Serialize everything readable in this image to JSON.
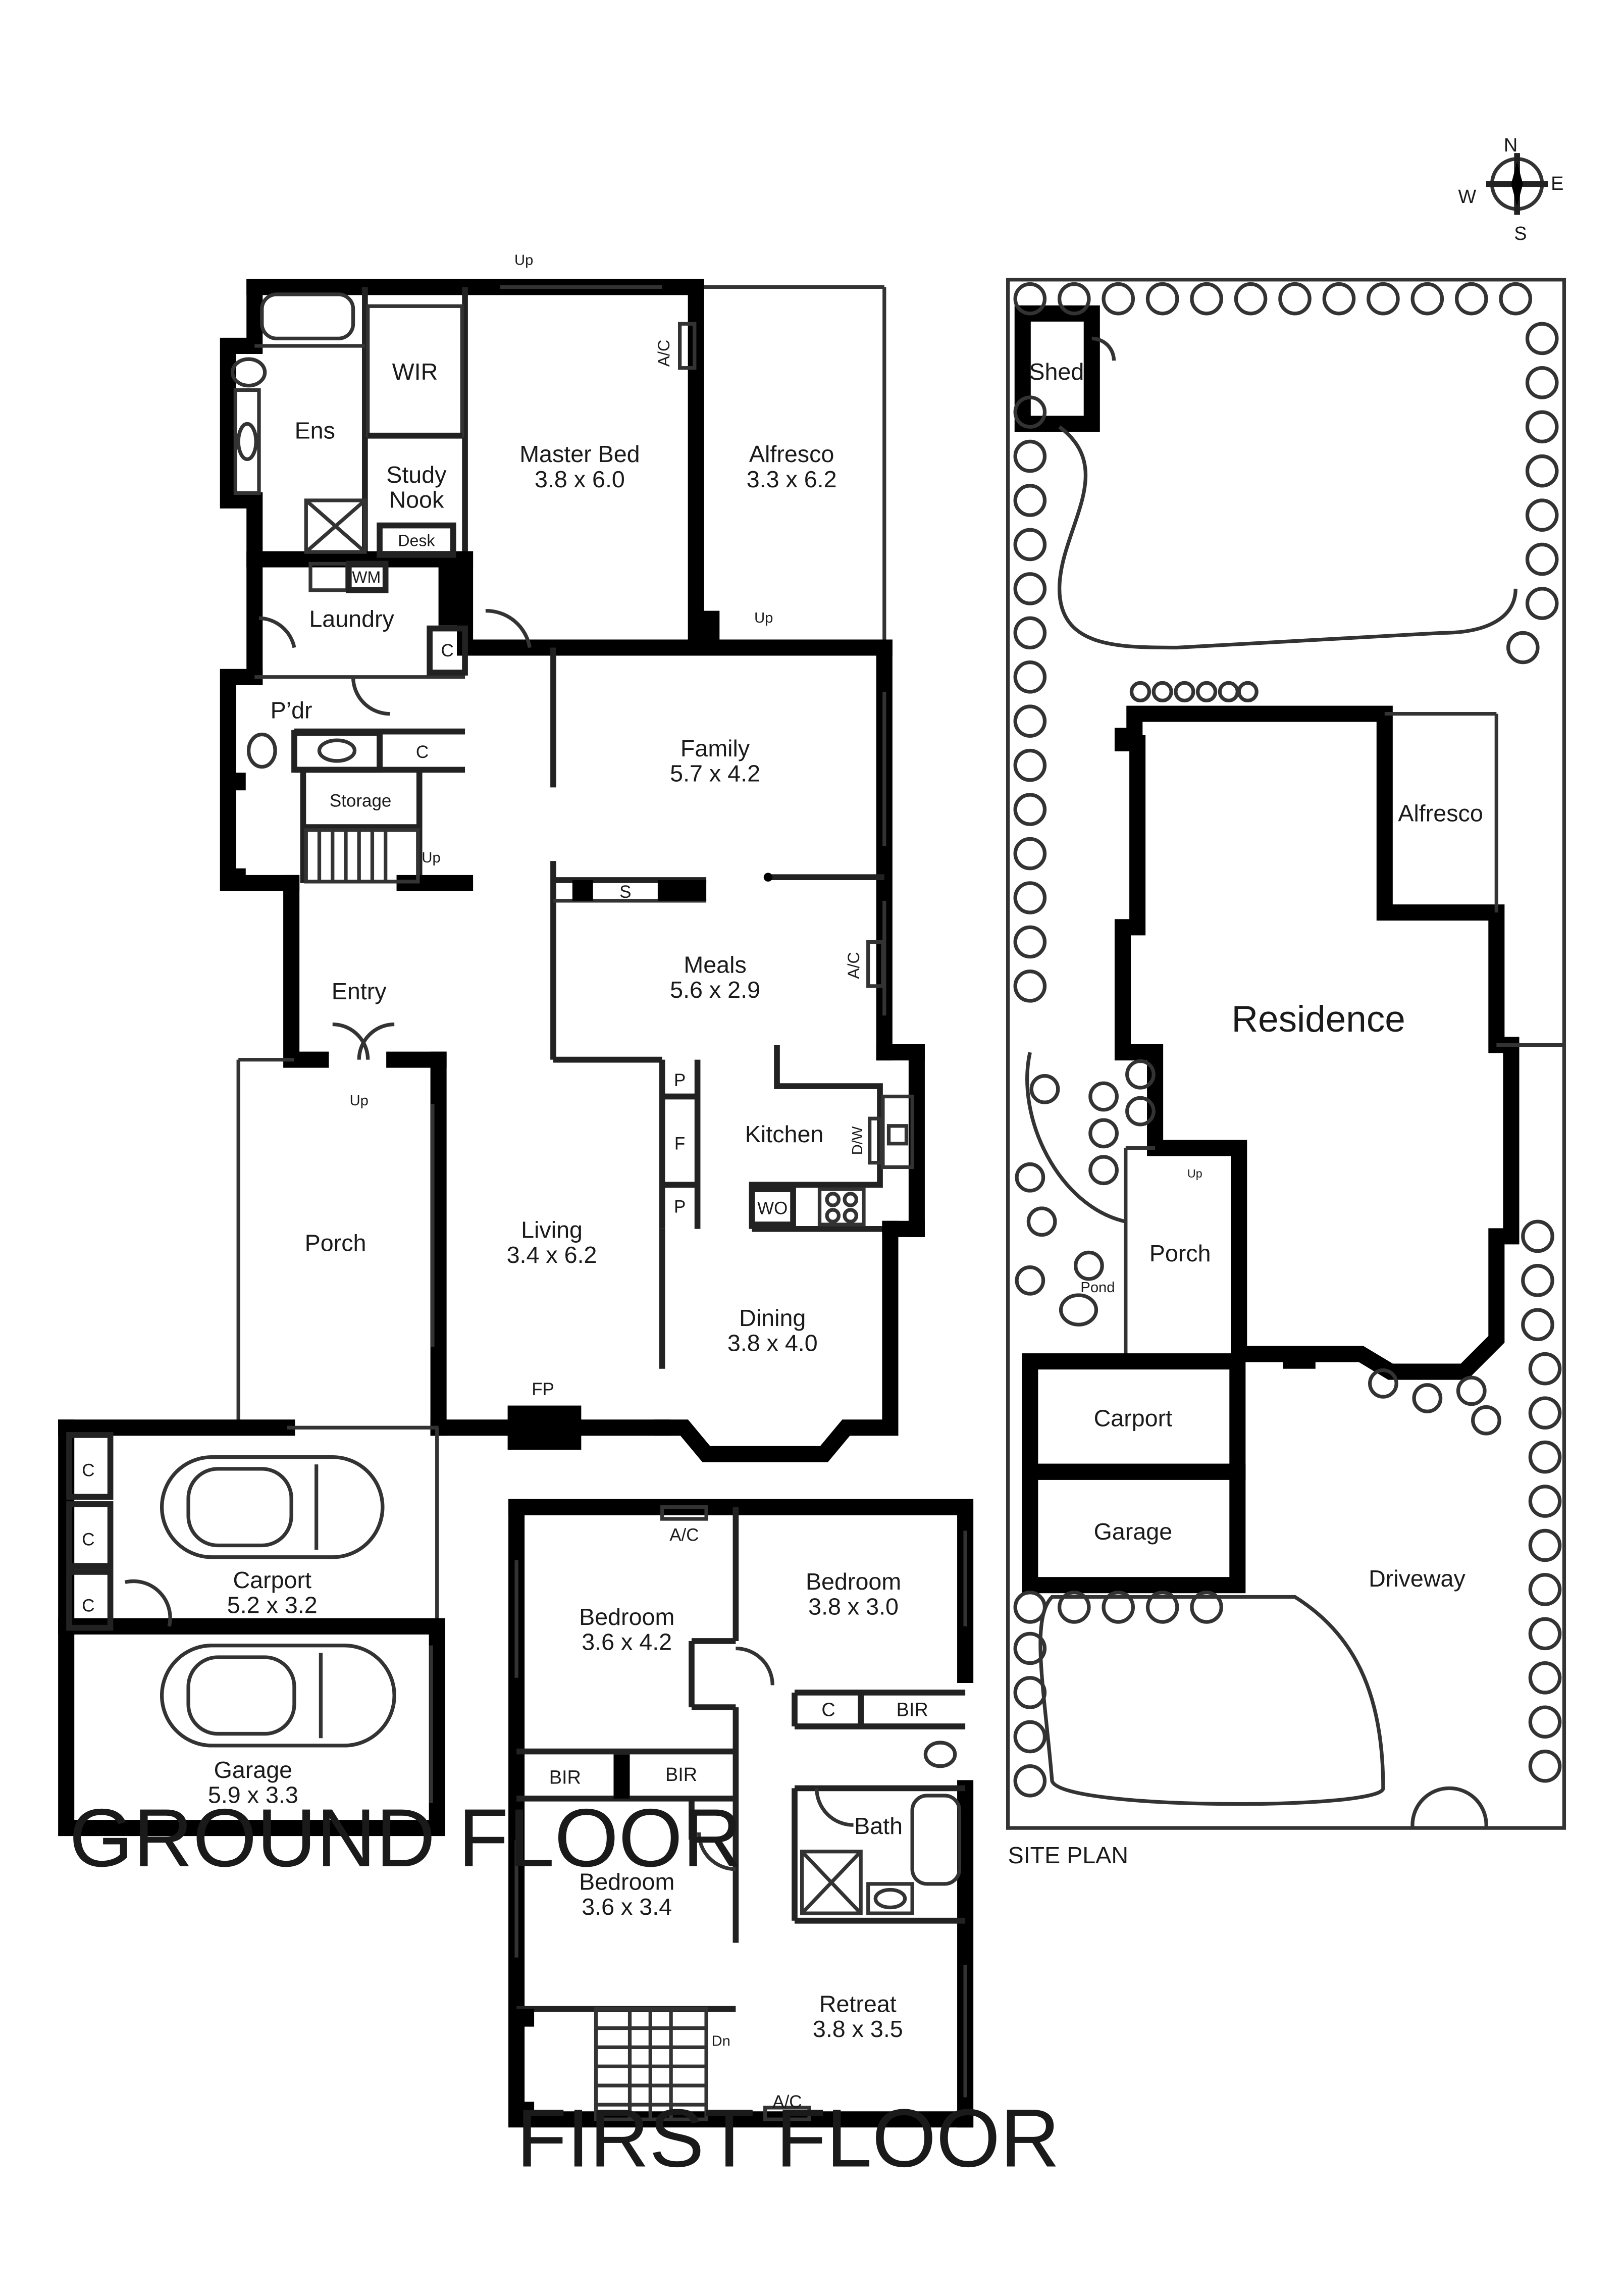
{
  "compass": {
    "n": "N",
    "e": "E",
    "s": "S",
    "w": "W"
  },
  "titles": {
    "ground_floor": "GROUND FLOOR",
    "first_floor": "FIRST FLOOR",
    "site_plan": "SITE PLAN"
  },
  "ground_floor": {
    "ens": "Ens",
    "wir": "WIR",
    "study_nook": [
      "Study",
      "Nook"
    ],
    "desk": "Desk",
    "wm": "WM",
    "laundry": "Laundry",
    "pdr": "P’dr",
    "storage": "Storage",
    "cupboard": "C",
    "master_bed": {
      "name": "Master Bed",
      "dim": "3.8 x 6.0"
    },
    "alfresco": {
      "name": "Alfresco",
      "dim": "3.3 x 6.2"
    },
    "ac": "A/C",
    "up": "Up",
    "family": {
      "name": "Family",
      "dim": "5.7 x 4.2"
    },
    "s": "S",
    "meals": {
      "name": "Meals",
      "dim": "5.6 x 2.9"
    },
    "entry": "Entry",
    "porch": "Porch",
    "living": {
      "name": "Living",
      "dim": "3.4 x 6.2"
    },
    "kitchen": "Kitchen",
    "pantry": "P",
    "fridge": "F",
    "dw": "D/W",
    "wo": "WO",
    "dining": {
      "name": "Dining",
      "dim": "3.8 x 4.0"
    },
    "fp": "FP",
    "carport": {
      "name": "Carport",
      "dim": "5.2 x 3.2"
    },
    "garage": {
      "name": "Garage",
      "dim": "5.9 x 3.3"
    }
  },
  "first_floor": {
    "ac": "A/C",
    "bedroom1": {
      "name": "Bedroom",
      "dim": "3.6 x 4.2"
    },
    "bedroom2": {
      "name": "Bedroom",
      "dim": "3.8 x 3.0"
    },
    "bedroom3": {
      "name": "Bedroom",
      "dim": "3.6 x 3.4"
    },
    "bir": "BIR",
    "c": "C",
    "bath": "Bath",
    "retreat": {
      "name": "Retreat",
      "dim": "3.8 x 3.5"
    },
    "dn": "Dn"
  },
  "site_plan": {
    "shed": "Shed",
    "alfresco": "Alfresco",
    "residence": "Residence",
    "up": "Up",
    "porch": "Porch",
    "pond": "Pond",
    "carport": "Carport",
    "garage": "Garage",
    "driveway": "Driveway"
  }
}
